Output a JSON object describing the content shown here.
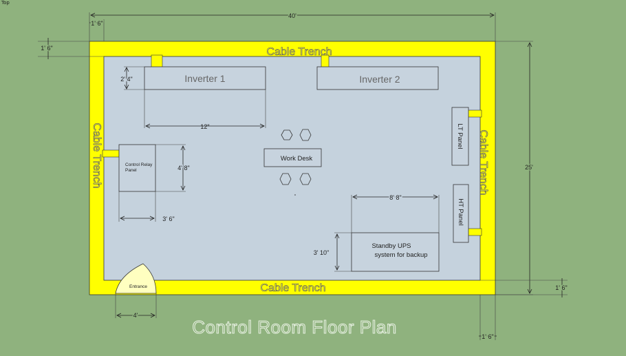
{
  "view": {
    "label": "Top"
  },
  "title": "Control Room Floor Plan",
  "trench": {
    "top": "Cable Trench",
    "left": "Cable Trench",
    "right": "Cable Trench",
    "bottom": "Cable Trench"
  },
  "equipment": {
    "inverter1": "Inverter 1",
    "inverter2": "Inverter 2",
    "work_desk": "Work Desk",
    "lt_panel": "LT Panel",
    "ht_panel": "HT Panel",
    "control_relay_line1": "Control Relay",
    "control_relay_line2": "Panel",
    "ups_line1": "Standby UPS",
    "ups_line2": "system for backup",
    "entrance": "Entrance"
  },
  "dimensions": {
    "overall_width": "40'",
    "overall_height": "25'",
    "trench_left_width": "1' 6\"",
    "trench_top_width": "1' 6\"",
    "trench_bottom_width": "1' 6\"",
    "trench_right_width": "1' 6\"",
    "inverter_depth": "2' 4\"",
    "inverter_length": "12\"",
    "relay_height": "4' 8\"",
    "relay_width": "3' 6\"",
    "ups_width": "8' 8\"",
    "ups_depth": "3' 10\"",
    "entrance_width": "4'"
  },
  "colors": {
    "background": "#8fb27e",
    "trench": "#ffff00",
    "floor": "#c5d2dd",
    "equipment": "#c7d3de"
  }
}
